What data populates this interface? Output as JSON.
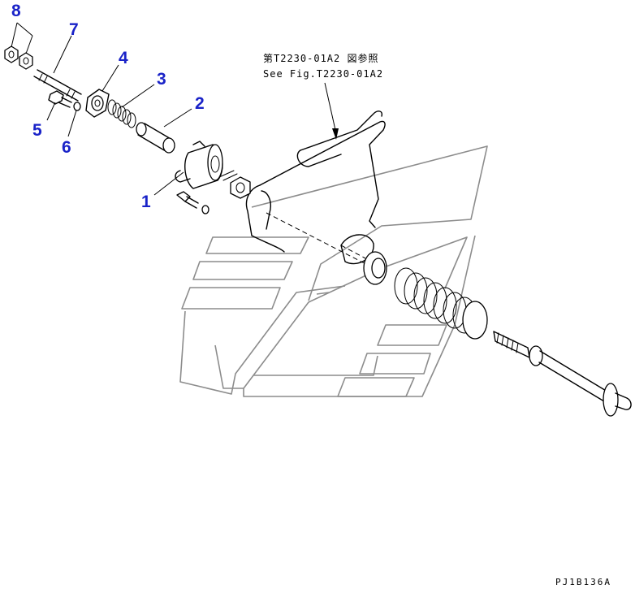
{
  "callouts": [
    {
      "label": "1",
      "part": "cylinder-yoke"
    },
    {
      "label": "2",
      "part": "sleeve"
    },
    {
      "label": "3",
      "part": "spring"
    },
    {
      "label": "4",
      "part": "flange-plate"
    },
    {
      "label": "5",
      "part": "bolt"
    },
    {
      "label": "6",
      "part": "washer"
    },
    {
      "label": "7",
      "part": "stud-bolt"
    },
    {
      "label": "8",
      "part": "nut"
    }
  ],
  "reference": {
    "line_jp": "第T2230-01A2 図参照",
    "line_en": "See Fig.T2230-01A2"
  },
  "drawing_code": "PJ1B136A",
  "colors": {
    "callout": "#1a23c8",
    "line": "#000000",
    "body_outline": "#8c8c8c",
    "background": "#ffffff"
  }
}
